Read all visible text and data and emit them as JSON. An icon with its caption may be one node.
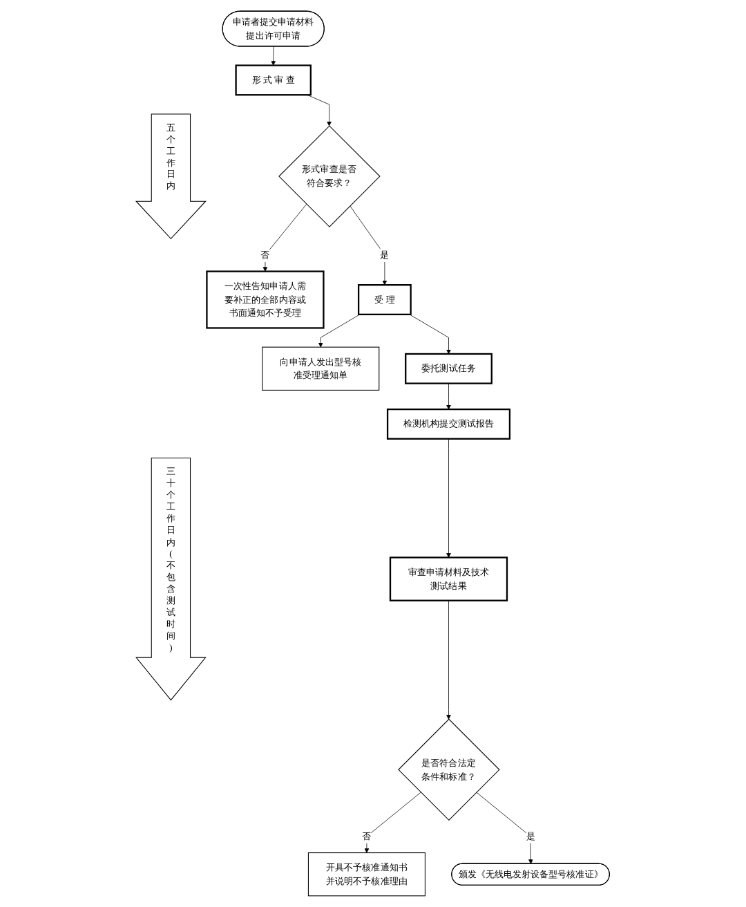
{
  "diagram": {
    "nodes": [
      {
        "text": [
          "申请者提交申请材料提出许可申请"
        ]
      },
      {
        "text": [
          "形 式 审 查"
        ]
      },
      {
        "text": [
          "形式审查是否符合要求？"
        ]
      },
      {
        "text": [
          "一次性告知申请人需要补正的全部内容或书面通知不予受理"
        ]
      },
      {
        "text": [
          "受 理"
        ]
      },
      {
        "text": [
          "向申请人发出型号核准受理通知单"
        ]
      },
      {
        "text": [
          "委托测试任务"
        ]
      },
      {
        "text": [
          "检测机构提交测试报告"
        ]
      },
      {
        "text": [
          "审查申请材料及技术测试结果"
        ]
      },
      {
        "text": [
          "是否符合法定条件和标准？"
        ]
      },
      {
        "text": [
          "开具不予核准通知书并说明不予核准理由"
        ]
      },
      {
        "text": [
          "颁发《无线电发射设备型号核准证》"
        ]
      },
      {
        "text": [
          "五个工作日内"
        ]
      },
      {
        "text": [
          "三十个工作日内(不包含测试时间)"
        ]
      }
    ],
    "edges": [
      {
        "from": 0,
        "to": 1,
        "arrow": "to"
      },
      {
        "from": 1,
        "to": 2,
        "arrow": "to"
      },
      {
        "from": 2,
        "to": 3,
        "arrow": "to",
        "label": "否"
      },
      {
        "from": 2,
        "to": 4,
        "arrow": "to",
        "label": "是"
      },
      {
        "from": 4,
        "to": 5,
        "arrow": "to"
      },
      {
        "from": 4,
        "to": 6,
        "arrow": "to"
      },
      {
        "from": 6,
        "to": 7,
        "arrow": "to"
      },
      {
        "from": 7,
        "to": 8,
        "arrow": "to"
      },
      {
        "from": 8,
        "to": 9,
        "arrow": "to"
      },
      {
        "from": 9,
        "to": 10,
        "arrow": "to",
        "label": "否"
      },
      {
        "from": 9,
        "to": 11,
        "arrow": "to",
        "label": "是"
      }
    ]
  }
}
